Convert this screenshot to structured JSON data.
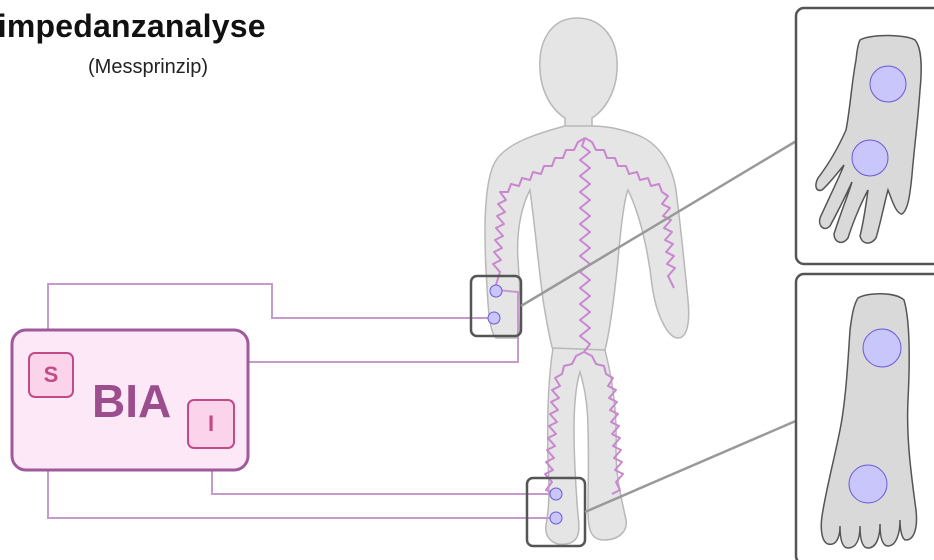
{
  "header": {
    "title": "oimpedanzanalyse",
    "subtitle": "(Messprinzip)"
  },
  "device": {
    "label": "BIA",
    "sense_label": "S",
    "current_label": "I"
  },
  "colors": {
    "wire": "#c89acb",
    "nerve": "#c987d0",
    "device_border": "#a05a9a",
    "device_fill": "#fde8f8",
    "electrode_fill": "#c9c6fb",
    "electrode_stroke": "#6c57d8",
    "body_fill": "#e6e6e6",
    "frame": "#555555"
  }
}
